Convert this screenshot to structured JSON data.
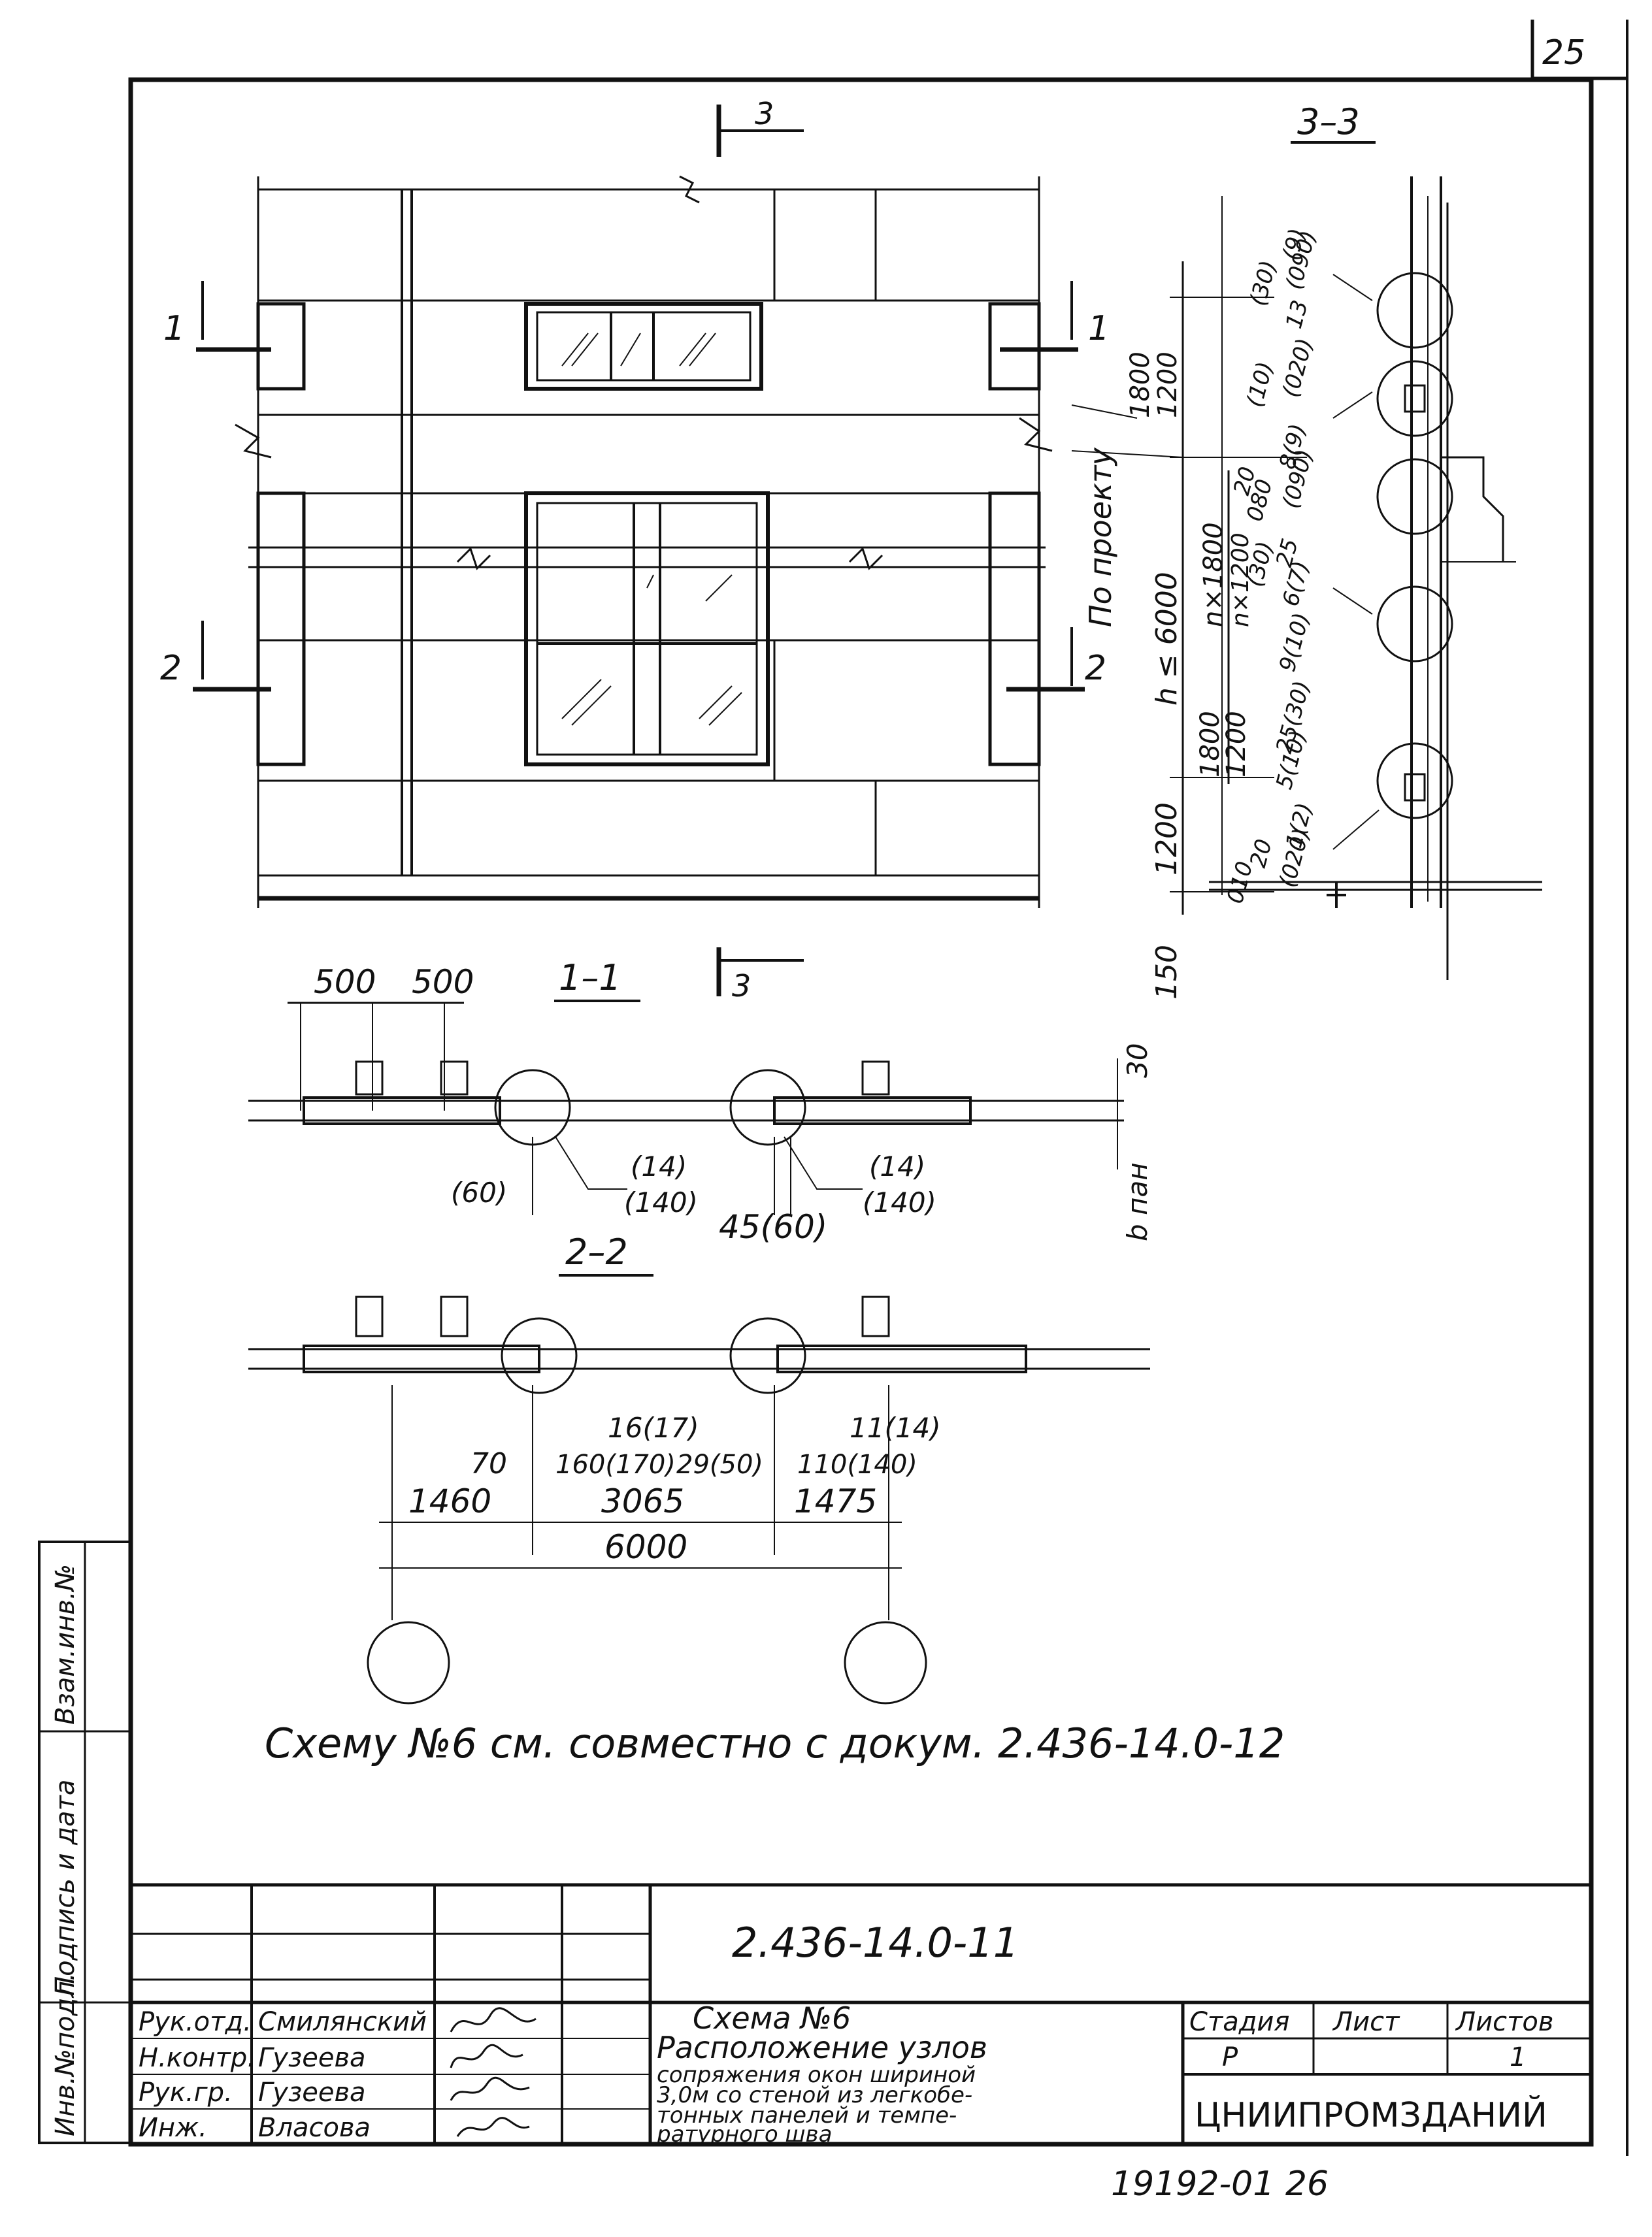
{
  "sheet_number": "25",
  "section_labels": {
    "sec3_top": "3",
    "sec3_bottom": "3",
    "sec1_left": "1",
    "sec1_right": "1",
    "sec2_left": "2",
    "sec2_right": "2",
    "sec_3_3_title": "3–3",
    "sec_1_1_title": "1–1",
    "sec_2_2_title": "2–2"
  },
  "elevation_notes": {
    "by_project": "По проекту",
    "h_dim": "h ≤ 6000",
    "n1800": "n×1800",
    "n1200": "n×1200",
    "d1800a": "1800",
    "d1200a": "1200",
    "d1800b": "1800",
    "d1200b": "1200",
    "d1200c": "1200",
    "d150": "150"
  },
  "section_3_3_dims": [
    "(30)",
    "(9)",
    "(090)",
    "13",
    "(10)",
    "(020)",
    "20",
    "8(9)",
    "080",
    "(090)",
    "(30)",
    "25",
    "6(7)",
    "9(10)",
    "25(30)",
    "5(10)",
    "20",
    "1(2)",
    "010",
    "(020)"
  ],
  "section_1_1": {
    "d500a": "500",
    "d500b": "500",
    "d30": "30",
    "d60": "(60)",
    "d14a": "(14)",
    "d140a": "(140)",
    "d45_60": "45(60)",
    "d14b": "(14)",
    "d140b": "(140)",
    "b_pan": "b пан"
  },
  "section_2_2": {
    "d16_17": "16(17)",
    "d11_14": "11(14)",
    "d70": "70",
    "d160_170": "160(170)",
    "d29_50": "29(50)",
    "d110_140": "110(140)",
    "d1460": "1460",
    "d3065": "3065",
    "d1475": "1475",
    "d6000": "6000"
  },
  "note": "Схему №6 см. совместно с докум. 2.436-14.0-12",
  "side_stamp": [
    "Инв.№подл.",
    "Подпись и дата",
    "Взам.инв.№"
  ],
  "title_block": {
    "doc_code": "2.436-14.0-11",
    "roles": [
      "Рук.отд.",
      "Н.контр.",
      "Рук.гр.",
      "Инж."
    ],
    "names": [
      "Смилянский",
      "Гузеева",
      "Гузеева",
      "Власова"
    ],
    "title_lines": [
      "Схема №6",
      "Расположение узлов",
      "сопряжения окон шириной",
      "3,0м со стеной из легкобе-",
      "тонных панелей и темпе-",
      "ратурного шва"
    ],
    "stage_label": "Стадия",
    "sheet_label": "Лист",
    "sheets_label": "Листов",
    "stage_value": "Р",
    "sheets_value": "1",
    "organization": "ЦНИИПРОМЗДАНИЙ"
  },
  "archive_number": "19192-01   26"
}
